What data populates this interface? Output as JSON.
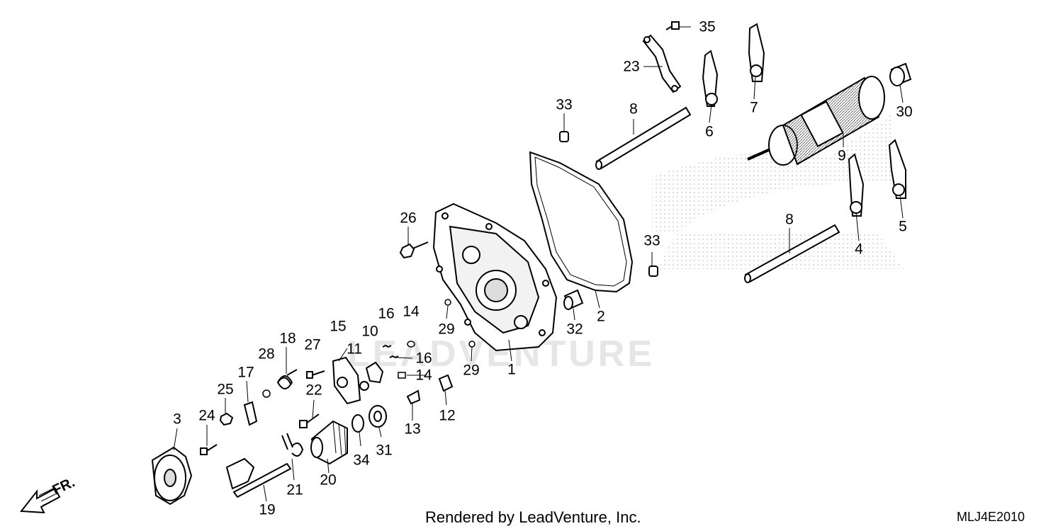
{
  "watermark": "LEADVENTURE",
  "footer": {
    "credit": "Rendered by LeadVenture, Inc.",
    "diagram_code": "MLJ4E2010"
  },
  "direction_label": "FR.",
  "callouts": [
    {
      "id": "p35",
      "label": "35"
    },
    {
      "id": "p23",
      "label": "23"
    },
    {
      "id": "p33a",
      "label": "33"
    },
    {
      "id": "p8a",
      "label": "8"
    },
    {
      "id": "p6",
      "label": "6"
    },
    {
      "id": "p7",
      "label": "7"
    },
    {
      "id": "p30",
      "label": "30"
    },
    {
      "id": "p9",
      "label": "9"
    },
    {
      "id": "p5",
      "label": "5"
    },
    {
      "id": "p4",
      "label": "4"
    },
    {
      "id": "p8b",
      "label": "8"
    },
    {
      "id": "p33b",
      "label": "33"
    },
    {
      "id": "p26",
      "label": "26"
    },
    {
      "id": "p2",
      "label": "2"
    },
    {
      "id": "p32",
      "label": "32"
    },
    {
      "id": "p29a",
      "label": "29"
    },
    {
      "id": "p29b",
      "label": "29"
    },
    {
      "id": "p1",
      "label": "1"
    },
    {
      "id": "p16a",
      "label": "16"
    },
    {
      "id": "p14a",
      "label": "14"
    },
    {
      "id": "p16b",
      "label": "16"
    },
    {
      "id": "p14b",
      "label": "14"
    },
    {
      "id": "p10",
      "label": "10"
    },
    {
      "id": "p11",
      "label": "11"
    },
    {
      "id": "p15",
      "label": "15"
    },
    {
      "id": "p12",
      "label": "12"
    },
    {
      "id": "p13",
      "label": "13"
    },
    {
      "id": "p18",
      "label": "18"
    },
    {
      "id": "p27",
      "label": "27"
    },
    {
      "id": "p28",
      "label": "28"
    },
    {
      "id": "p17",
      "label": "17"
    },
    {
      "id": "p22",
      "label": "22"
    },
    {
      "id": "p25",
      "label": "25"
    },
    {
      "id": "p24",
      "label": "24"
    },
    {
      "id": "p3",
      "label": "3"
    },
    {
      "id": "p34",
      "label": "34"
    },
    {
      "id": "p31",
      "label": "31"
    },
    {
      "id": "p20",
      "label": "20"
    },
    {
      "id": "p21",
      "label": "21"
    },
    {
      "id": "p19",
      "label": "19"
    }
  ]
}
